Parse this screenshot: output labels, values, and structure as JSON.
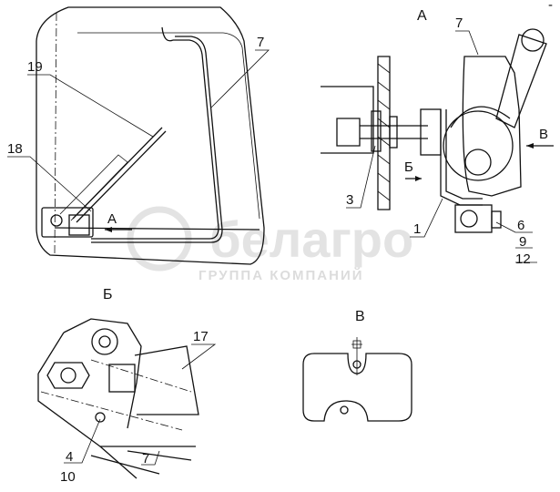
{
  "views": {
    "a": "А",
    "b": "Б",
    "v": "В"
  },
  "watermark": {
    "brand": "белагро",
    "subtitle": "ГРУППА КОМПАНИЙ"
  },
  "callouts": {
    "c19": "19",
    "c18": "18",
    "c7_main": "7",
    "c7_a": "7",
    "c3": "3",
    "c1": "1",
    "c6": "6",
    "c9": "9",
    "c12": "12",
    "c17": "17",
    "c4": "4",
    "c10": "10",
    "c7_b": "7"
  },
  "arrows": {
    "view_a_arrow": "А",
    "view_b_arrow": "Б",
    "view_v_arrow": "В"
  },
  "corner_mark": "-"
}
